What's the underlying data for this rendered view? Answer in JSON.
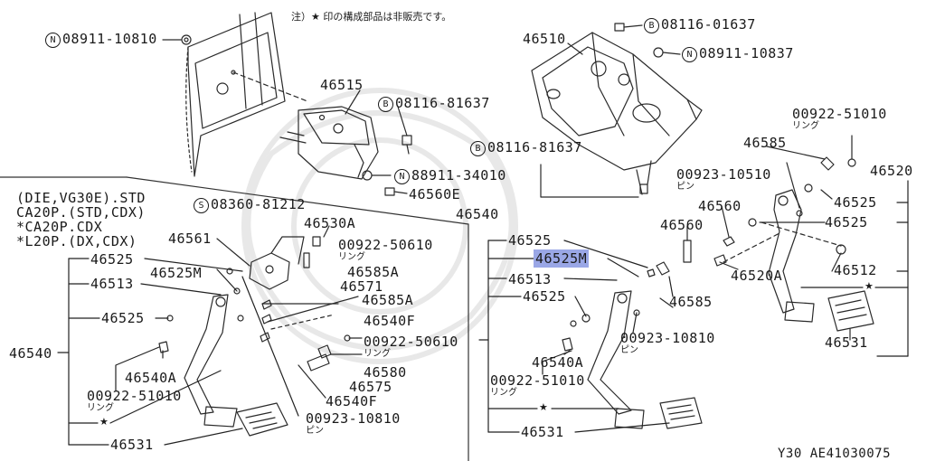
{
  "note": "注）★ 印の構成部品は非販売です。",
  "footer": "Y30  AE41030075",
  "star_glyph": "★",
  "prefixes": {
    "N": "N",
    "B": "B",
    "S": "S"
  },
  "variants": [
    "(DIE,VG30E).STD",
    "CA20P.(STD,CDX)",
    "*CA20P.CDX",
    "*L20P.(DX,CDX)"
  ],
  "parts": {
    "p08911_10810": "08911-10810",
    "p46515": "46515",
    "p08116_81637_a": "08116-81637",
    "p88911_34010": "88911-34010",
    "p46560E": "46560E",
    "p08360_81212": "08360-81212",
    "p46530A": "46530A",
    "p46561": "46561",
    "p00922_50610_a": "00922-50610",
    "ringu_1": "リング",
    "p46525_a": "46525",
    "p46525M_a": "46525M",
    "p46585A_a": "46585A",
    "p46513_a": "46513",
    "p46571": "46571",
    "p46585A_b": "46585A",
    "p46525_b": "46525",
    "p46540F_a": "46540F",
    "p00922_50610_b": "00922-50610",
    "ringu_2": "リング",
    "p46540_a": "46540",
    "p46580": "46580",
    "p46540A_a": "46540A",
    "p46575": "46575",
    "p00922_51010_a": "00922-51010",
    "ringu_3": "リング",
    "p46540F_b": "46540F",
    "p00923_10810_a": "00923-10810",
    "pin_1": "ピン",
    "p46531_a": "46531",
    "p46510": "46510",
    "p08116_01637": "08116-01637",
    "p08911_10837": "08911-10837",
    "p08116_81637_b": "08116-81637",
    "p46540_b": "46540",
    "p46525_c": "46525",
    "p46525M_b": "46525M",
    "p46513_b": "46513",
    "p46525_d": "46525",
    "p46540A_b": "46540A",
    "p00922_51010_b": "00922-51010",
    "ringu_4": "リング",
    "p00923_10810_b": "00923-10810",
    "pin_2": "ピン",
    "p46585_a": "46585",
    "p46531_b": "46531",
    "p00922_51010_c": "00922-51010",
    "ringu_5": "リング",
    "p46585_b": "46585",
    "p46520": "46520",
    "p00923_10510": "00923-10510",
    "pin_3": "ピン",
    "p46525_e": "46525",
    "p46560_a": "46560",
    "p46560_b": "46560",
    "p46525_f": "46525",
    "p46520A": "46520A",
    "p46512": "46512",
    "p46531_c": "46531"
  }
}
